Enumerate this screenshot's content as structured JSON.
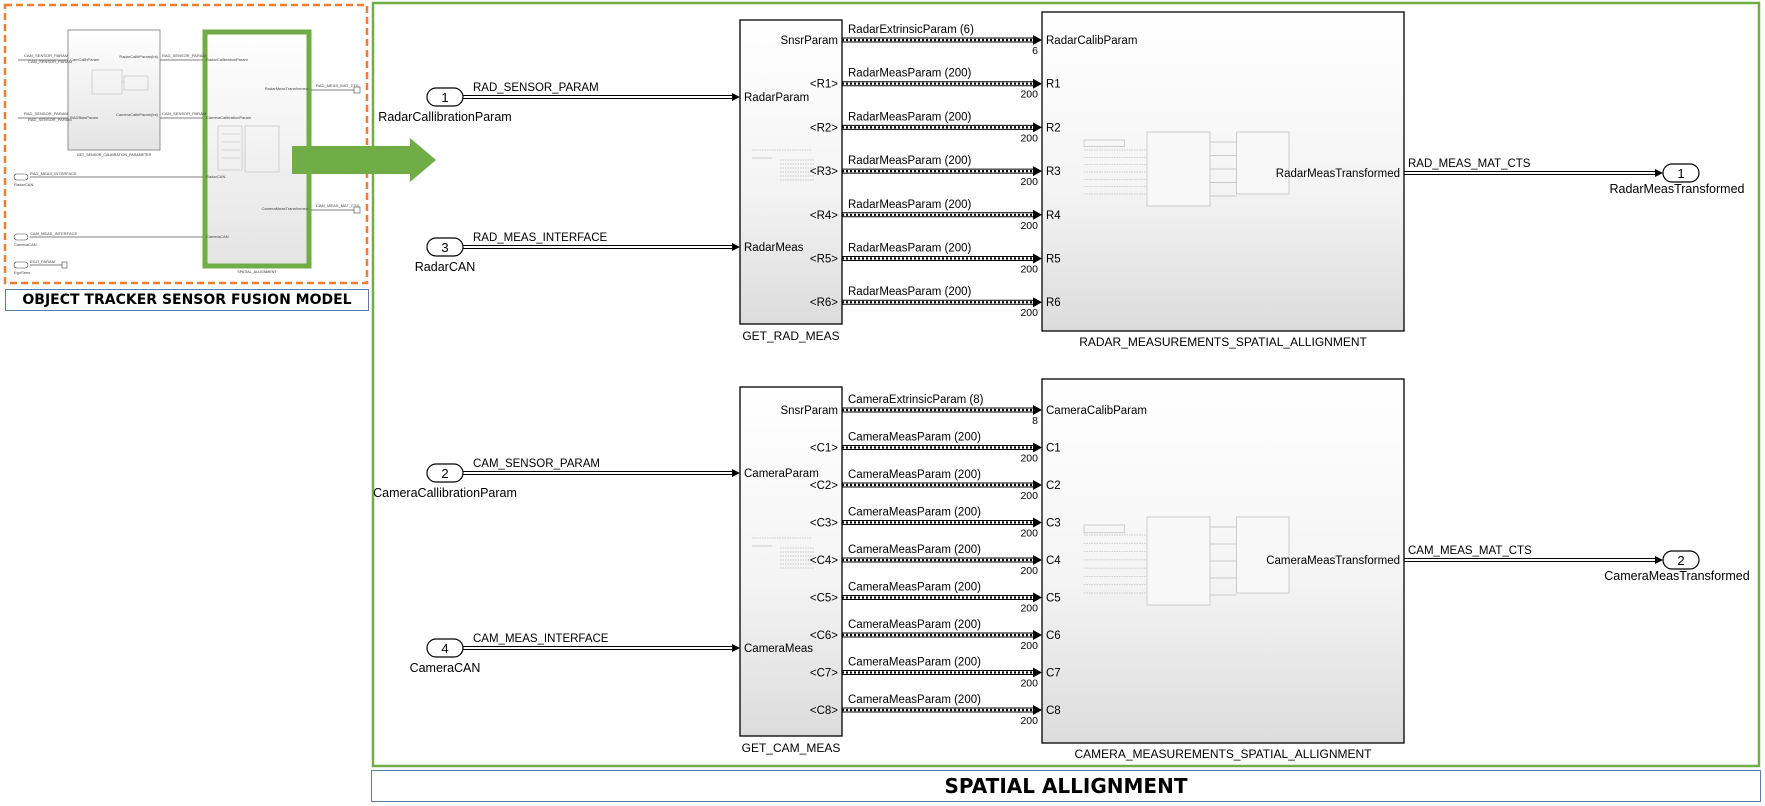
{
  "overview": {
    "caption": "OBJECT TRACKER SENSOR FUSION MODEL",
    "calib_block_label": "GET_SENSOR_CALIBRATION_PARAMETER",
    "spatial_block_label": "SPATIAL_ALLIGNMENT",
    "inports": [
      {
        "num": "1",
        "name": "RadarCAN",
        "signal": "RAD_MEAS_INTERFACE"
      },
      {
        "num": "2",
        "name": "CameraCAN",
        "signal": "CAM_MEAS_INTERFACE"
      },
      {
        "num": "3",
        "name": "EgoSees",
        "signal": "EGO_PARAM"
      }
    ],
    "calib_signals": [
      "CAM_SENSOR_PARAM",
      "CAM_SENSOR_PARAM",
      "RAD_SENSOR_PARAM",
      "RAD_SENSOR_PARAM"
    ],
    "calib_ports_in": [
      "CamCalibParam",
      "RADBiasParam"
    ],
    "calib_ports_out": [
      "RadarCalibParam(int)",
      "CameraCalibParam(int)"
    ],
    "calib_out_signals": [
      "RAD_SENSOR_PARAM",
      "CAM_SENSOR_PARAM"
    ],
    "spatial_ports_in": [
      "RadarCalibrationParam",
      "CameraCalibrationParam",
      "RadarCAN",
      "CameraCAN"
    ],
    "spatial_ports_out": [
      "RadarMeasTransformed",
      "CameraMeasTransformed"
    ],
    "out_signals": [
      "RAD_MEAS_MAT_CTS",
      "CAM_MEAS_MAT_CTS"
    ]
  },
  "main": {
    "caption": "SPATIAL ALLIGNMENT",
    "radar": {
      "inport_param": {
        "num": "1",
        "name": "RadarCallibrationParam",
        "signal": "RAD_SENSOR_PARAM"
      },
      "inport_meas": {
        "num": "3",
        "name": "RadarCAN",
        "signal": "RAD_MEAS_INTERFACE"
      },
      "get_block": {
        "name": "GET_RAD_MEAS",
        "in_ports": [
          "RadarParam",
          "RadarMeas"
        ],
        "out_ports": [
          "SnsrParam",
          "<R1>",
          "<R2>",
          "<R3>",
          "<R4>",
          "<R5>",
          "<R6>"
        ]
      },
      "buses": [
        {
          "label": "RadarExtrinsicParam (6)",
          "dim": "6"
        },
        {
          "label": "RadarMeasParam (200)",
          "dim": "200"
        },
        {
          "label": "RadarMeasParam (200)",
          "dim": "200"
        },
        {
          "label": "RadarMeasParam (200)",
          "dim": "200"
        },
        {
          "label": "RadarMeasParam (200)",
          "dim": "200"
        },
        {
          "label": "RadarMeasParam (200)",
          "dim": "200"
        },
        {
          "label": "RadarMeasParam (200)",
          "dim": "200"
        }
      ],
      "align_block": {
        "name": "RADAR_MEASUREMENTS_SPATIAL_ALLIGNMENT",
        "in_ports": [
          "RadarCalibParam",
          "R1",
          "R2",
          "R3",
          "R4",
          "R5",
          "R6"
        ],
        "out_port": "RadarMeasTransformed"
      },
      "out_signal": "RAD_MEAS_MAT_CTS",
      "outport": {
        "num": "1",
        "name": "RadarMeasTransformed"
      }
    },
    "camera": {
      "inport_param": {
        "num": "2",
        "name": "CameraCallibrationParam",
        "signal": "CAM_SENSOR_PARAM"
      },
      "inport_meas": {
        "num": "4",
        "name": "CameraCAN",
        "signal": "CAM_MEAS_INTERFACE"
      },
      "get_block": {
        "name": "GET_CAM_MEAS",
        "in_ports": [
          "CameraParam",
          "CameraMeas"
        ],
        "out_ports": [
          "SnsrParam",
          "<C1>",
          "<C2>",
          "<C3>",
          "<C4>",
          "<C5>",
          "<C6>",
          "<C7>",
          "<C8>"
        ]
      },
      "buses": [
        {
          "label": "CameraExtrinsicParam (8)",
          "dim": "8"
        },
        {
          "label": "CameraMeasParam (200)",
          "dim": "200"
        },
        {
          "label": "CameraMeasParam (200)",
          "dim": "200"
        },
        {
          "label": "CameraMeasParam (200)",
          "dim": "200"
        },
        {
          "label": "CameraMeasParam (200)",
          "dim": "200"
        },
        {
          "label": "CameraMeasParam (200)",
          "dim": "200"
        },
        {
          "label": "CameraMeasParam (200)",
          "dim": "200"
        },
        {
          "label": "CameraMeasParam (200)",
          "dim": "200"
        },
        {
          "label": "CameraMeasParam (200)",
          "dim": "200"
        }
      ],
      "align_block": {
        "name": "CAMERA_MEASUREMENTS_SPATIAL_ALLIGNMENT",
        "in_ports": [
          "CameraCalibParam",
          "C1",
          "C2",
          "C3",
          "C4",
          "C5",
          "C6",
          "C7",
          "C8"
        ],
        "out_port": "CameraMeasTransformed"
      },
      "out_signal": "CAM_MEAS_MAT_CTS",
      "outport": {
        "num": "2",
        "name": "CameraMeasTransformed"
      }
    }
  },
  "colors": {
    "highlight_green": "#70ad47",
    "dashed_orange": "#ed7d31",
    "caption_border": "#5a7ca8"
  }
}
